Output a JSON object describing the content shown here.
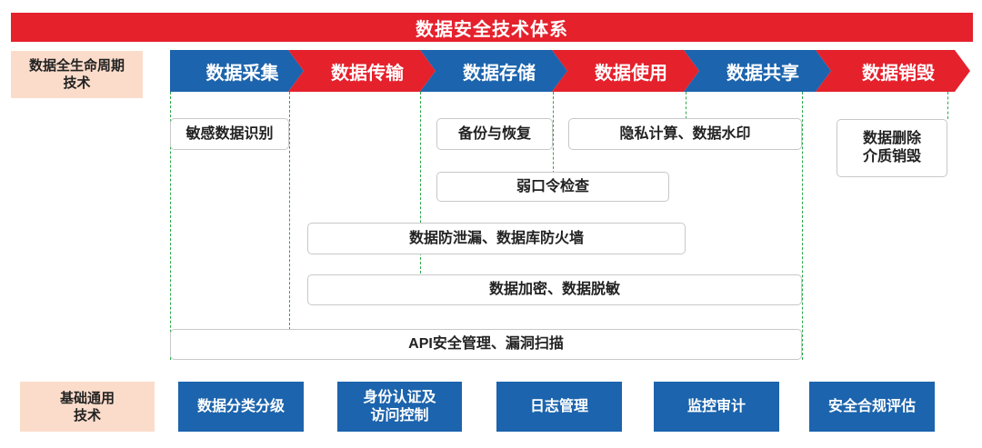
{
  "title": "数据安全技术体系",
  "lifecycle_label": "数据全生命周期\n技术",
  "foundation_label": "基础通用\n技术",
  "stages": [
    "数据采集",
    "数据传输",
    "数据存储",
    "数据使用",
    "数据共享",
    "数据销毁"
  ],
  "technologies": {
    "sensitive_data_identification": "敏感数据识别",
    "backup_restore": "备份与恢复",
    "privacy_watermark": "隐私计算、数据水印",
    "data_destruction_media": "数据删除\n介质销毁",
    "weak_password_check": "弱口令检查",
    "dlp_firewall": "数据防泄漏、数据库防火墙",
    "encryption_masking": "数据加密、数据脱敏",
    "api_vuln_scan": "API安全管理、漏洞扫描"
  },
  "foundation": [
    "数据分类分级",
    "身份认证及\n访问控制",
    "日志管理",
    "监控审计",
    "安全合规评估"
  ],
  "colors": {
    "red": "#e5212c",
    "blue": "#1c64ad",
    "label_bg": "#fbdccb",
    "dashed_line": "#2aa84a"
  }
}
